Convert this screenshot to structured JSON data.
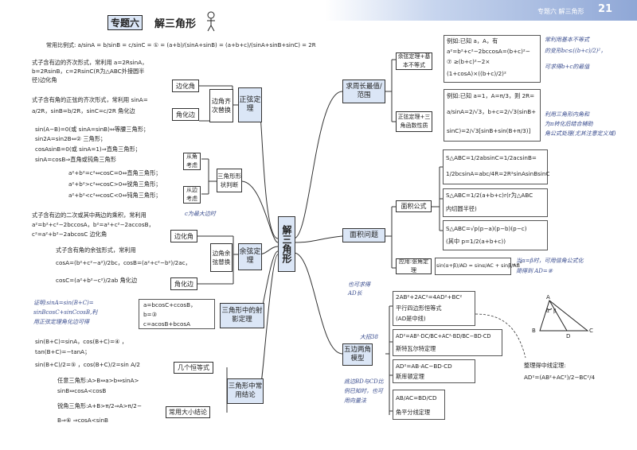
{
  "header": {
    "title_badge": "专题六",
    "title": "解三角形",
    "right_label": "专题六  解三角形",
    "page_number": "21"
  },
  "center": "解三角形",
  "left": {
    "sine_rule_line": "常用比例式: a/sinA = b/sinB = c/sinC = ① = (a+b)/(sinA+sinB) = (a+b+c)/(sinA+sinB+sinC) = 2R",
    "sine_theorem": "正弦定理",
    "edge_to_angle_text": [
      "式子含有边的齐次形式，常利用 a=2RsinA，",
      "b=2RsinB，c=2RsinC(R为△ABC外接圆半",
      "径)边化角"
    ],
    "edge_to_angle": "边化角",
    "angle_to_edge_text": [
      "式子含有角的正弦的齐次形式，常利用 sinA=",
      "a/2R，sinB=b/2R，sinC=c/2R 角化边"
    ],
    "angle_to_edge": "角化边",
    "homogeneous": "边角齐次替换",
    "shape_text": [
      "sin(A−B)=0(或 sinA=sinB)⇔等腰三角形；",
      "sin2A=sin2B⇔②        三角形；",
      "cosAsinB=0(或 sinA=1)⇒直角三角形；",
      "sinA=cosB⇒直角或钝角三角形"
    ],
    "from_angle": "从角考虑",
    "shape_judge": "三角形形状判断",
    "edge_text": [
      "a²+b²=c²⇔cosC=0⇔直角三角形；",
      "a²+b²>c²⇔cosC>0⇔锐角三角形；",
      "a²+b²<c²⇔cosC<0⇔钝角三角形；"
    ],
    "from_edge": "从边考虑",
    "max_note": "c为最大边时",
    "cos_second_text": [
      "式子含有边的二次或其中两边的乘积，常利用",
      "a²=b²+c²−2bccosA，b²=a²+c²−2accosB，",
      "c²=a²+b²−2abcosC 边化角"
    ],
    "cos_edge_to_angle": "边化角",
    "cos_theorem": "余弦定理",
    "cos_angle_text": [
      "式子含有角的余弦形式，常利用",
      "cosA=(b²+c²−a²)/2bc，cosB=(a²+c²−b²)/2ac，",
      "cosC=(a²+b²−c²)/2ab 角化边"
    ],
    "cos_angle_to_edge": "角化边",
    "cos_homogeneous": "边角余弦替换",
    "proof_note": [
      "证明:sinA=sin(B+C)=",
      "sinBcosC+sinCcosB,利",
      "用正弦定理角化边可得"
    ],
    "projection_text": [
      "a=bcosC+ccosB，",
      "b=③",
      "c=acosB+bcosA"
    ],
    "projection": "三角形中的射影定理",
    "common_text": [
      "sin(B+C)=sinA，cos(B+C)=④     ，",
      "tan(B+C)=−tanA；",
      "sin(B+C)/2=⑤       ，cos(B+C)/2=sin A/2"
    ],
    "identity": "几个恒等式",
    "common": "三角形中常用结论",
    "obtuse_text": [
      "任意三角形:A>B⇔a>b⇔sinA>",
      "sinB⇔cosA<cosB"
    ],
    "acute_text": [
      "锐角三角形:A+B>π/2⇒A>π/2−",
      "B⇒⑥      ⇒cosA<sinB"
    ],
    "inequality": "常用大小结论"
  },
  "right": {
    "perimeter": "求周长最值/范围",
    "cos_ineq": "余弦定理+基本不等式",
    "ex1": [
      "例如:已知 a，A，有",
      "a²=b²+c²−2bccosA=(b+c)²−",
      "⑦             ≥(b+c)²−2×",
      "(1+cosA)×((b+c)/2)²"
    ],
    "ex1_note": [
      "常利用基本不等式",
      "的变形bc≤((b+c)/2)²，",
      "可求得b+c的最值"
    ],
    "sine_func": "正弦定理+三角函数性质",
    "ex2": [
      "例如:已知 a=1，A=π/3，则 2R=",
      "a/sinA=2/√3，b+c=2/√3(sinB+",
      "sinC)=2/√3[sinB+sin(B+π/3)]"
    ],
    "ex2_note": [
      "利用三角形内角和",
      "为π转化后结合辅助",
      "角公式处理(尤其注意定义域)"
    ],
    "area": "面积问题",
    "area_formula": "面积公式",
    "area1": [
      "S△ABC=1/2absinC=1/2acsinB=",
      "1/2bcsinA=abc/4R=2R²sinAsinBsinC"
    ],
    "area2": [
      "S△ABC=1/2(a+b+c)r(r为△ABC",
      "内切圆半径)"
    ],
    "area3": [
      "S△ABC=√p(p−a)(p−b)(p−c)",
      "(其中 p=1/2(a+b+c))"
    ],
    "application": "应用:张角定理",
    "zhang": "sin(α+β)/AD = sinα/AC + sinβ/AB",
    "zhang_note": [
      "当α=β时，可用倍角公式化",
      "简得到 AD=⑧"
    ],
    "ad_note": [
      "也可求得",
      "AD长"
    ],
    "pentagon": "五边两角模型",
    "big_note": "大招38",
    "p1": [
      "2AB²+2AC²=4AD²+BC²",
      "平行四边形恒等式",
      "(AD是中线)"
    ],
    "p2": [
      "AD²=AB²·DC/BC+AC²·BD/BC−BD·CD",
      "斯特瓦尔特定理"
    ],
    "p3": [
      "AD²=AB·AC−BD·CD",
      "斯库顿定理"
    ],
    "p4": [
      "AB/AC=BD/CD",
      "角平分线定理"
    ],
    "bd_note": [
      "底边BD与CD比",
      "例已知时，也可",
      "用向量法"
    ],
    "median_note": [
      "整理得中线定理:",
      "AD²=(AB²+AC²)/2−BC²/4"
    ],
    "tri_labels": [
      "A",
      "B",
      "C",
      "D",
      "α",
      "β"
    ]
  },
  "colors": {
    "accent": "#dbe6f6",
    "hand": "#3a4d8f",
    "header": "#9db3da"
  }
}
